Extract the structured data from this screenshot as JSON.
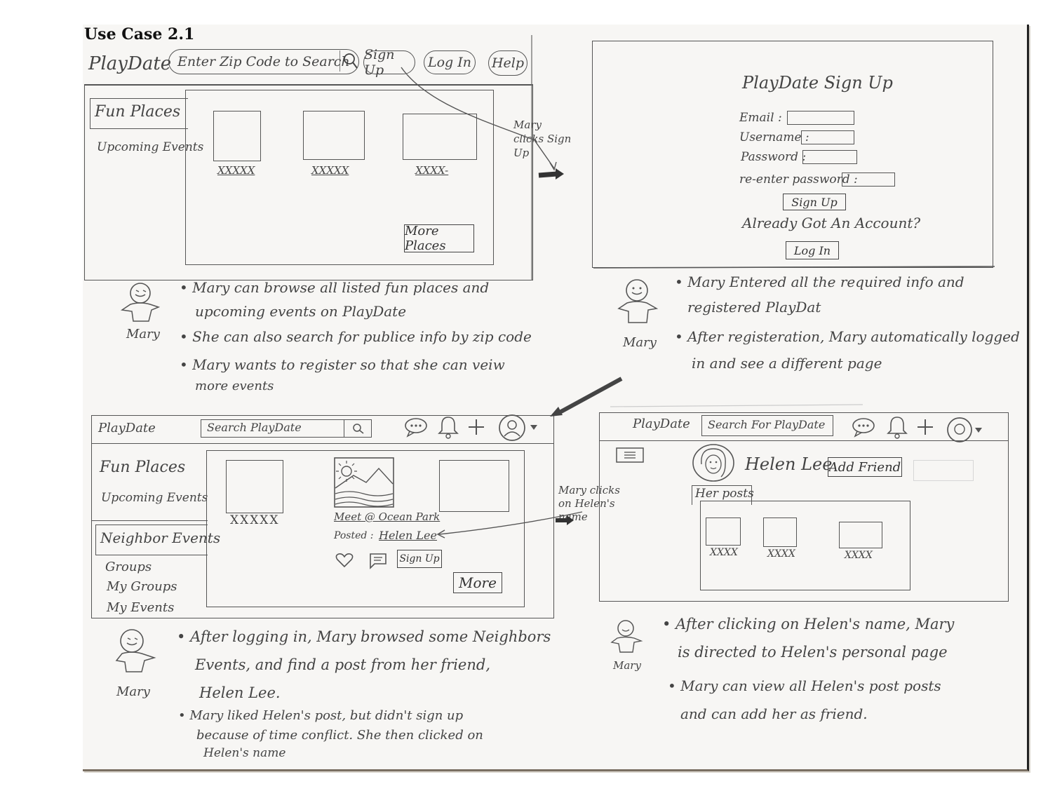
{
  "title": "Use Case 2.1",
  "panel1": {
    "logo": "PlayDate",
    "search_placeholder": "Enter Zip Code to Search",
    "signup": "Sign Up",
    "login": "Log In",
    "help": "Help",
    "tab_fun": "Fun Places",
    "tab_events": "Upcoming Events",
    "thumbs": [
      "XXXXX",
      "XXXXX",
      "XXXX-"
    ],
    "more": "More Places"
  },
  "annotation1": "Mary clicks Sign Up",
  "panel2": {
    "title": "PlayDate Sign Up",
    "email": "Email :",
    "username": "Username :",
    "password": "Password :",
    "reenter": "re-enter password :",
    "signup": "Sign Up",
    "already": "Already Got An Account?",
    "login": "Log In"
  },
  "note1": {
    "name": "Mary",
    "lines": [
      "Mary can browse all listed fun places and",
      "upcoming events on PlayDate",
      "She can also search for publice info by zip code",
      "Mary wants to register so that she can veiw",
      "more events"
    ]
  },
  "note2": {
    "name": "Mary",
    "lines": [
      "Mary Entered all the required info and",
      "registered PlayDat",
      "After registeration, Mary automatically logged",
      "in and see a different page"
    ]
  },
  "panel3": {
    "logo": "PlayDate",
    "search_placeholder": "Search PlayDate",
    "tab_fun": "Fun Places",
    "tab_events": "Upcoming Events",
    "tab_neighbor": "Neighbor Events",
    "groups": "Groups",
    "my_groups": "My Groups",
    "my_events": "My Events",
    "thumb_label": "XXXXX",
    "post_title": "Meet @ Ocean Park",
    "posted_label": "Posted :",
    "posted_name": "Helen Lee",
    "signup": "Sign Up",
    "more": "More"
  },
  "annotation2": "Mary clicks on Helen's name",
  "panel4": {
    "logo": "PlayDate",
    "search_placeholder": "Search For PlayDate",
    "profile_name": "Helen Lee",
    "add_friend": "Add Friend",
    "posts_tab": "Her posts",
    "thumbs": [
      "XXXX",
      "XXXX",
      "XXXX"
    ]
  },
  "note3": {
    "name": "Mary",
    "lines": [
      "After logging in, Mary browsed some Neighbors",
      "Events, and find a post from her friend,",
      "Helen Lee.",
      "Mary liked Helen's post, but didn't sign up",
      "because of time conflict. She then clicked on",
      "Helen's name"
    ]
  },
  "note4": {
    "name": "Mary",
    "lines": [
      "After clicking on Helen's name, Mary",
      "is directed to Helen's personal page",
      "Mary can view all Helen's post posts",
      "and can add her as friend."
    ]
  }
}
